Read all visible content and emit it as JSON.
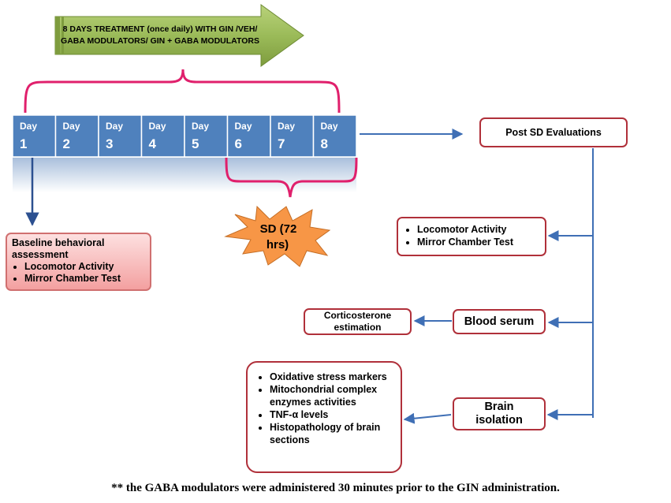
{
  "treatment_banner": {
    "line1": "8 DAYS TREATMENT (once daily) WITH GIN /VEH/",
    "line2": "GABA MODULATORS/ GIN + GABA MODULATORS"
  },
  "timeline": {
    "days": [
      {
        "label": "Day",
        "num": "1"
      },
      {
        "label": "Day",
        "num": "2"
      },
      {
        "label": "Day",
        "num": "3"
      },
      {
        "label": "Day",
        "num": "4"
      },
      {
        "label": "Day",
        "num": "5"
      },
      {
        "label": "Day",
        "num": "6"
      },
      {
        "label": "Day",
        "num": "7"
      },
      {
        "label": "Day",
        "num": "8"
      }
    ]
  },
  "sd_burst": {
    "line1": "SD (72",
    "line2": "hrs)"
  },
  "baseline": {
    "title_line1": "Baseline behavioral",
    "title_line2": "assessment",
    "items": [
      "Locomotor Activity",
      "Mirror Chamber Test"
    ]
  },
  "post_sd": {
    "label": "Post SD Evaluations"
  },
  "behavior_tests": {
    "items": [
      "Locomotor Activity",
      "Mirror Chamber Test"
    ]
  },
  "blood_serum": {
    "label": "Blood serum"
  },
  "corticosterone": {
    "line1": "Corticosterone",
    "line2": "estimation"
  },
  "brain_isolation": {
    "line1": "Brain",
    "line2": "isolation"
  },
  "brain_markers": {
    "items": [
      "Oxidative stress markers",
      "Mitochondrial complex enzymes activities",
      "TNF-α levels",
      "Histopathology of brain sections"
    ]
  },
  "footnote": "** the GABA modulators were administered 30 minutes prior to the GIN administration.",
  "colors": {
    "day_cell": "#4f81bd",
    "arrow_green": "#9bbb59",
    "bracket_pink": "#e0206c",
    "connector_blue": "#3f6fb5",
    "box_border": "#b0303a",
    "burst_orange": "#f79646"
  }
}
